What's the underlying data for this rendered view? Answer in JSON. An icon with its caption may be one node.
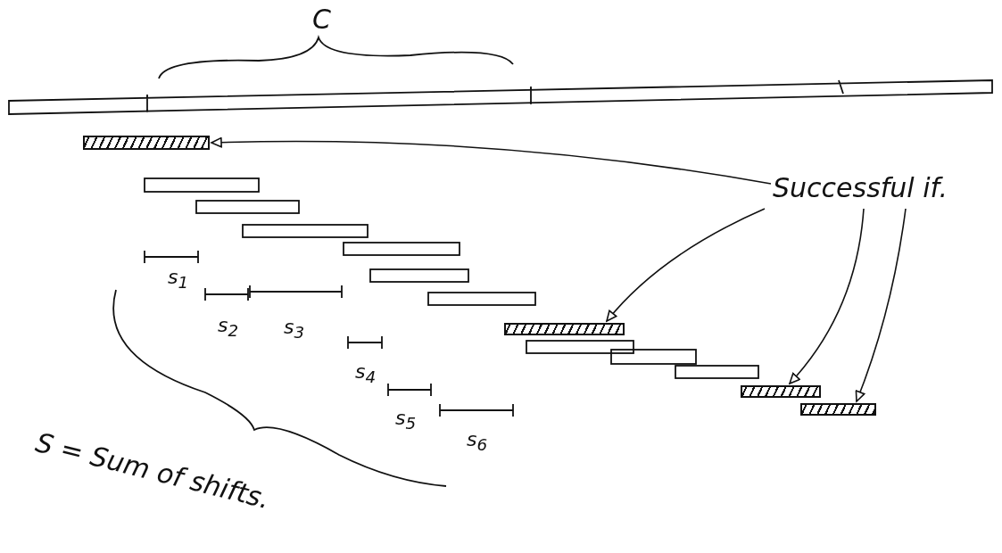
{
  "diagram": {
    "nodes": [
      {
        "text": [
          "Successful if."
        ]
      },
      {
        "text": [],
        "shape": "bar"
      },
      {
        "text": [],
        "shape": "bar"
      },
      {
        "text": [],
        "shape": "bar"
      },
      {
        "text": [],
        "shape": "bar"
      }
    ],
    "edges": [
      {
        "from": 0,
        "to": 1,
        "arrow": "to"
      },
      {
        "from": 0,
        "to": 2,
        "arrow": "to"
      },
      {
        "from": 0,
        "to": 3,
        "arrow": "to"
      },
      {
        "from": 0,
        "to": 4,
        "arrow": "to"
      }
    ],
    "labels": [
      "C",
      "s$_{1}$",
      "s$_{2}$",
      "s$_{3}$",
      "s$_{4}$",
      "s$_{5}$",
      "s$_{6}$",
      "S = Sum of shifts."
    ]
  }
}
